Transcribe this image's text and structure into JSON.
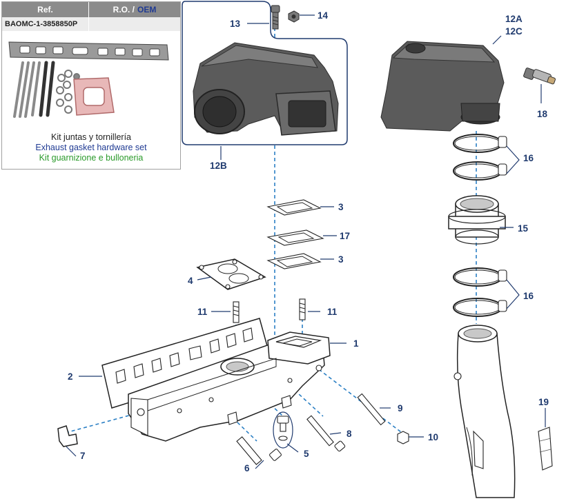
{
  "ref_table": {
    "header_ref": "Ref.",
    "header_ro": "R.O. /",
    "header_oem": "OEM",
    "code": "BAOMC-1-3858850P",
    "kit_es": "Kit juntas y tornillería",
    "kit_en": "Exhaust gasket hardware set",
    "kit_it": "Kit guarnizione e bulloneria"
  },
  "callouts": {
    "c1": "1",
    "c2": "2",
    "c3a": "3",
    "c3b": "3",
    "c4": "4",
    "c5": "5",
    "c6": "6",
    "c7": "7",
    "c8": "8",
    "c9": "9",
    "c10": "10",
    "c11a": "11",
    "c11b": "11",
    "c12a": "12A",
    "c12c": "12C",
    "c12b": "12B",
    "c13": "13",
    "c14": "14",
    "c15": "15",
    "c16a": "16",
    "c16b": "16",
    "c17": "17",
    "c18": "18",
    "c19": "19"
  },
  "colors": {
    "callout": "#1f3a6e",
    "dashed_line": "#2a7fc4",
    "header_bg": "#8b8b8b",
    "oem": "#1f3a93",
    "italian": "#2a9a2a"
  }
}
